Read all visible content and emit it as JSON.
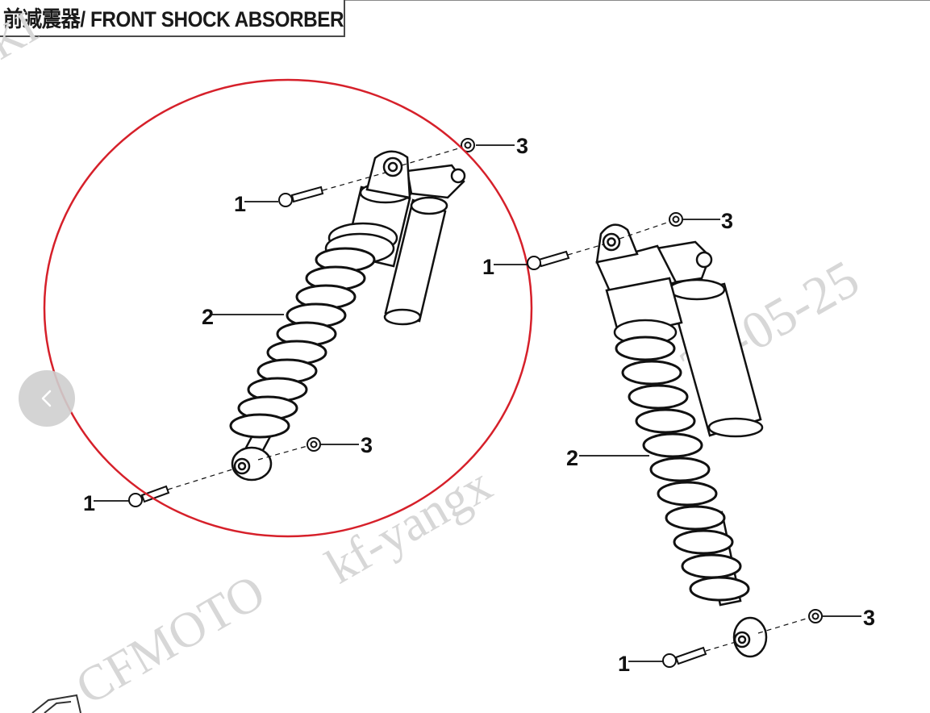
{
  "title": "前减震器/ FRONT SHOCK ABSORBER",
  "watermarks": {
    "brand_upper": "KI",
    "brand_lower": "CFMOTO",
    "user": "kf-yangx",
    "date": "23-05-25"
  },
  "callouts": {
    "left_bolt_top": "1",
    "left_absorber": "2",
    "left_nut_top": "3",
    "left_nut_bottom": "3",
    "left_bolt_bottom": "1",
    "right_bolt_top": "1",
    "right_nut_top": "3",
    "right_absorber": "2",
    "right_nut_bottom": "3",
    "right_bolt_bottom": "1"
  },
  "highlight_color": "#d6202a",
  "nav": {
    "prev_icon": "chevron-left-icon"
  }
}
